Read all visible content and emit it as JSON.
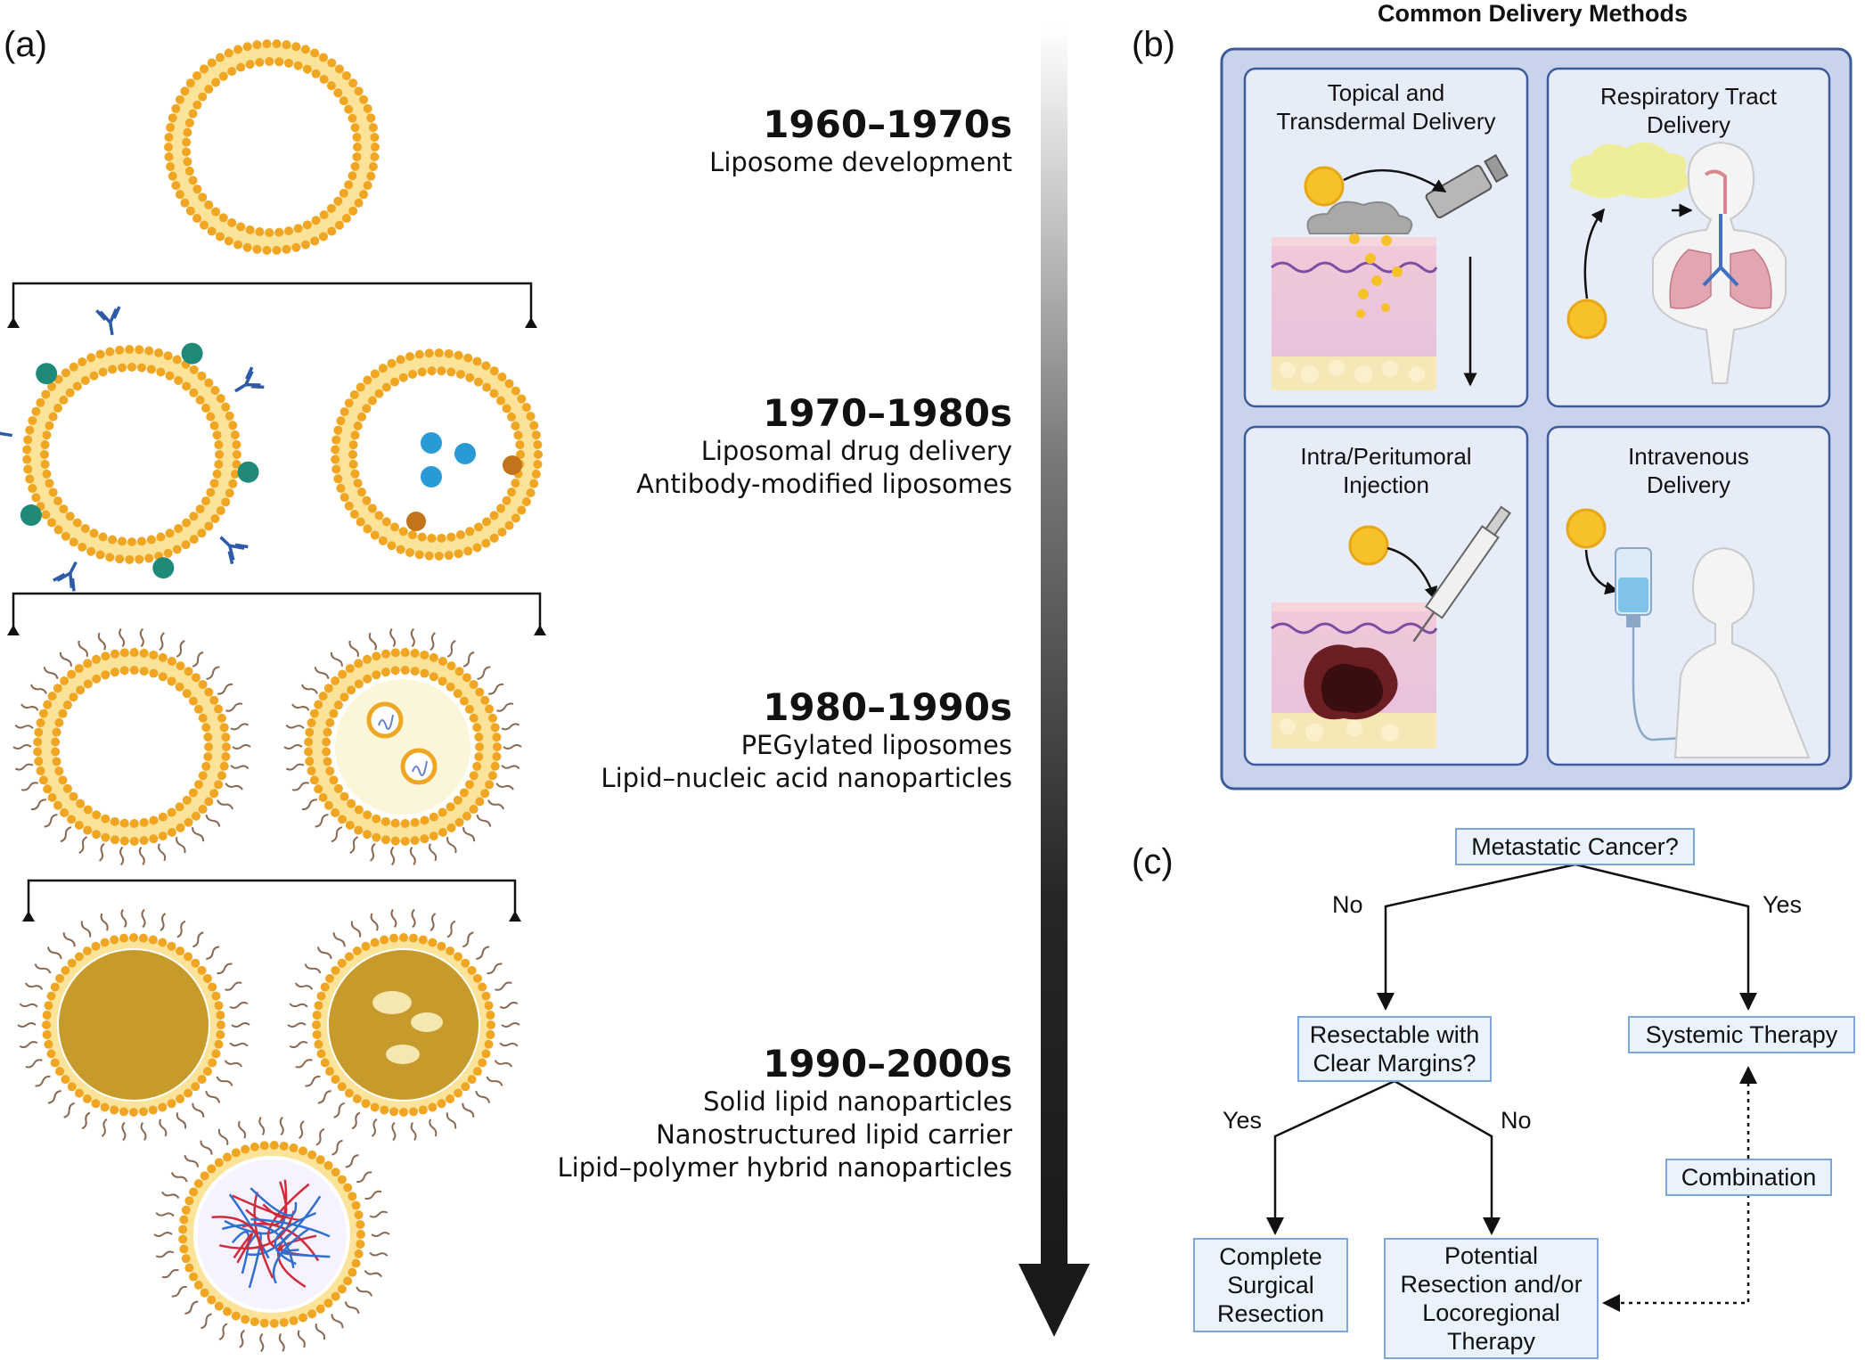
{
  "panel_labels": {
    "a": "(a)",
    "b": "(b)",
    "c": "(c)"
  },
  "timeline": [
    {
      "year": "1960–1970s",
      "lines": [
        "Liposome development"
      ]
    },
    {
      "year": "1970–1980s",
      "lines": [
        "Liposomal drug delivery",
        "Antibody-modified liposomes"
      ]
    },
    {
      "year": "1980–1990s",
      "lines": [
        "PEGylated liposomes",
        "Lipid–nucleic acid nanoparticles"
      ]
    },
    {
      "year": "1990–2000s",
      "lines": [
        "Solid lipid nanoparticles",
        "Nanostructured lipid carrier",
        "Lipid–polymer hybrid nanoparticles"
      ]
    }
  ],
  "delivery": {
    "title": "Common Delivery Methods",
    "methods": [
      {
        "title": [
          "Topical and",
          "Transdermal Delivery"
        ]
      },
      {
        "title": [
          "Respiratory Tract",
          "Delivery"
        ]
      },
      {
        "title": [
          "Intra/Peritumoral",
          "Injection"
        ]
      },
      {
        "title": [
          "Intravenous",
          "Delivery"
        ]
      }
    ]
  },
  "flowchart": {
    "metastatic": "Metastatic Cancer?",
    "no_label_1": "No",
    "yes_label_1": "Yes",
    "resectable": [
      "Resectable with",
      "Clear Margins?"
    ],
    "systemic": "Systemic Therapy",
    "yes_label_2": "Yes",
    "no_label_2": "No",
    "combination": "Combination",
    "complete": [
      "Complete",
      "Surgical",
      "Resection"
    ],
    "potential": [
      "Potential",
      "Resection and/or",
      "Locoregional",
      "Therapy"
    ]
  },
  "colors": {
    "lipid_orange": "#f0a623",
    "lipid_tail": "#fbe39a",
    "antibody_blue": "#2f5aa8",
    "ligand_teal": "#1f8a78",
    "drug_blue": "#2a9ad6",
    "peg_brown": "#8a6a55",
    "solid_core": "#c79a2c",
    "panel_b_bg": "#c9d4ec",
    "panel_b_card": "#e6ecf8",
    "panel_b_border": "#3f5a9a",
    "flow_box_border": "#7ea6d9",
    "flow_box_fill": "#eaf2fc",
    "timeline_arrow": "#1a1a1a"
  }
}
